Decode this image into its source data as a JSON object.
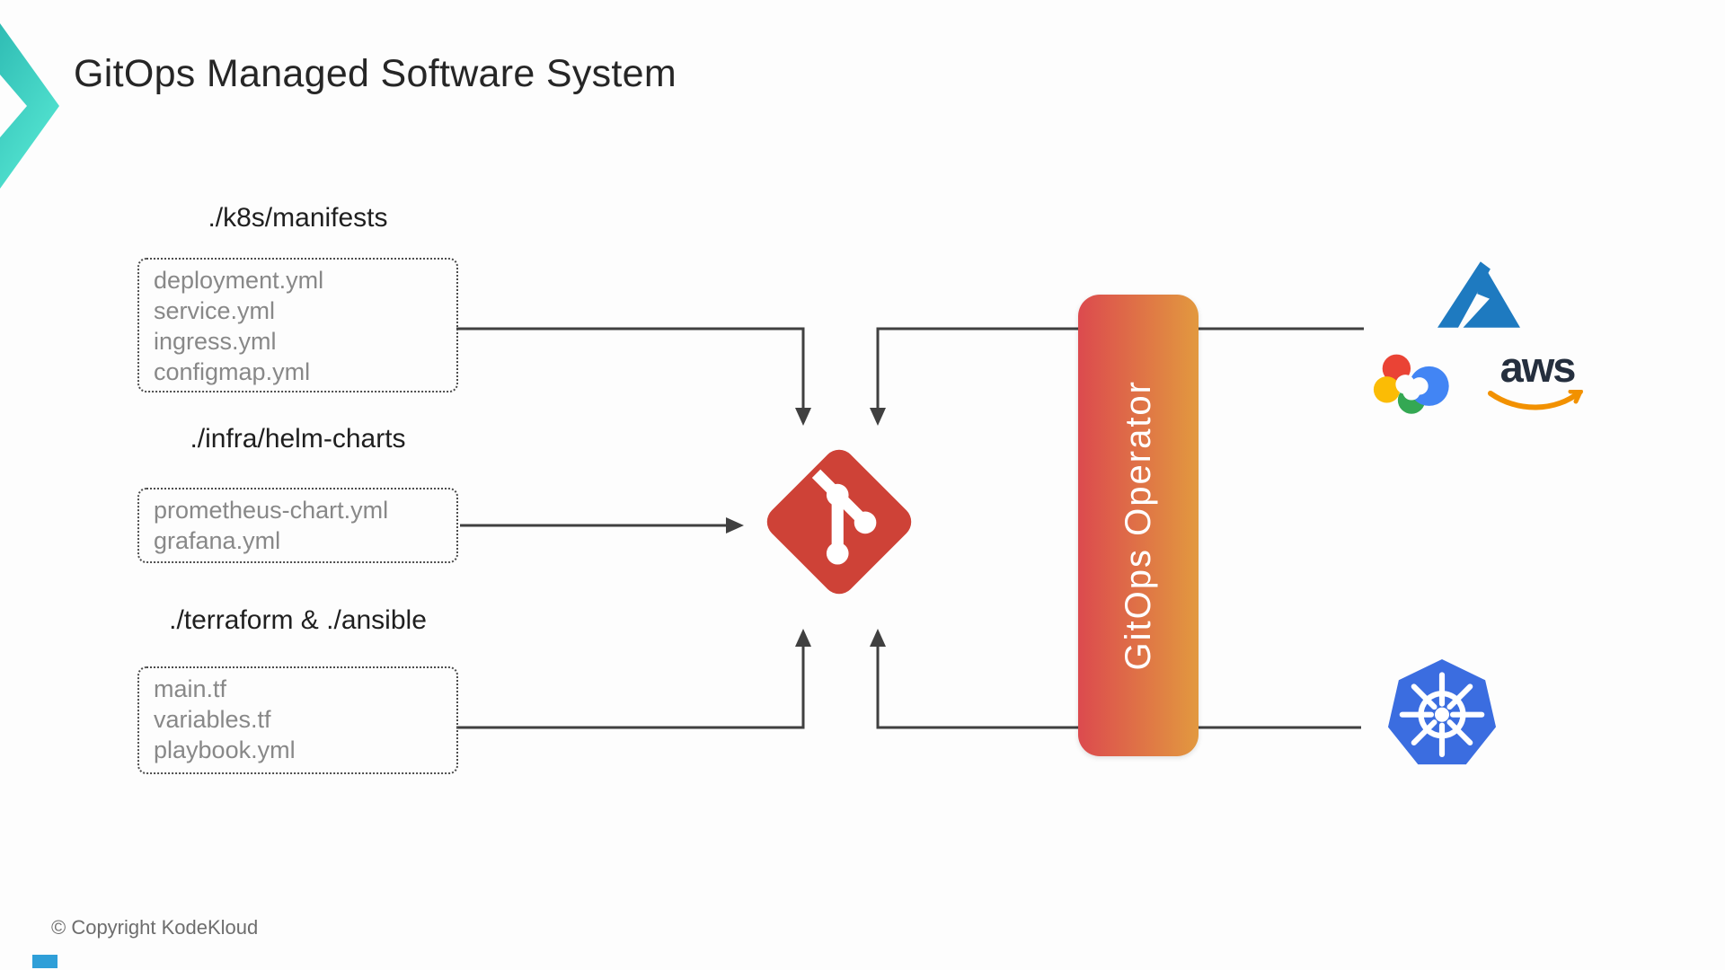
{
  "title": "GitOps Managed Software System",
  "sections": [
    {
      "heading": "./k8s/manifests",
      "files": [
        "deployment.yml",
        "service.yml",
        "ingress.yml",
        "configmap.yml"
      ]
    },
    {
      "heading": "./infra/helm-charts",
      "files": [
        "prometheus-chart.yml",
        "grafana.yml"
      ]
    },
    {
      "heading": "./terraform & ./ansible",
      "files": [
        "main.tf",
        "variables.tf",
        "playbook.yml"
      ]
    }
  ],
  "operator_label": "GitOps Operator",
  "aws_label": "aws",
  "footer": {
    "copyright": "© Copyright KodeKloud"
  },
  "icons": {
    "center": "git-logo",
    "targets_top": [
      "azure-logo",
      "google-cloud-logo",
      "aws-logo"
    ],
    "targets_bottom": [
      "kubernetes-logo"
    ],
    "title_accent": "chevron-accent"
  },
  "colors": {
    "background": "#fdfdfd",
    "title_text": "#262626",
    "heading_text": "#1f1f1f",
    "file_text": "#888888",
    "connector_gray": "#404040",
    "git_red": "#ce4237",
    "operator_gradient_start": "#dc4a4e",
    "operator_gradient_end": "#e2993f",
    "chevron_teal_start": "#2fbcb4",
    "chevron_teal_end": "#55e6d2",
    "azure_blue": "#1e7ac0",
    "kubernetes_blue": "#3b6de0",
    "aws_text": "#252f3e",
    "aws_smile_orange": "#f29100",
    "gcp_red": "#ea4335",
    "gcp_blue": "#4285f4",
    "gcp_yellow": "#fbbc05",
    "gcp_green": "#34a853",
    "copyright_text": "#6d6d6d"
  }
}
